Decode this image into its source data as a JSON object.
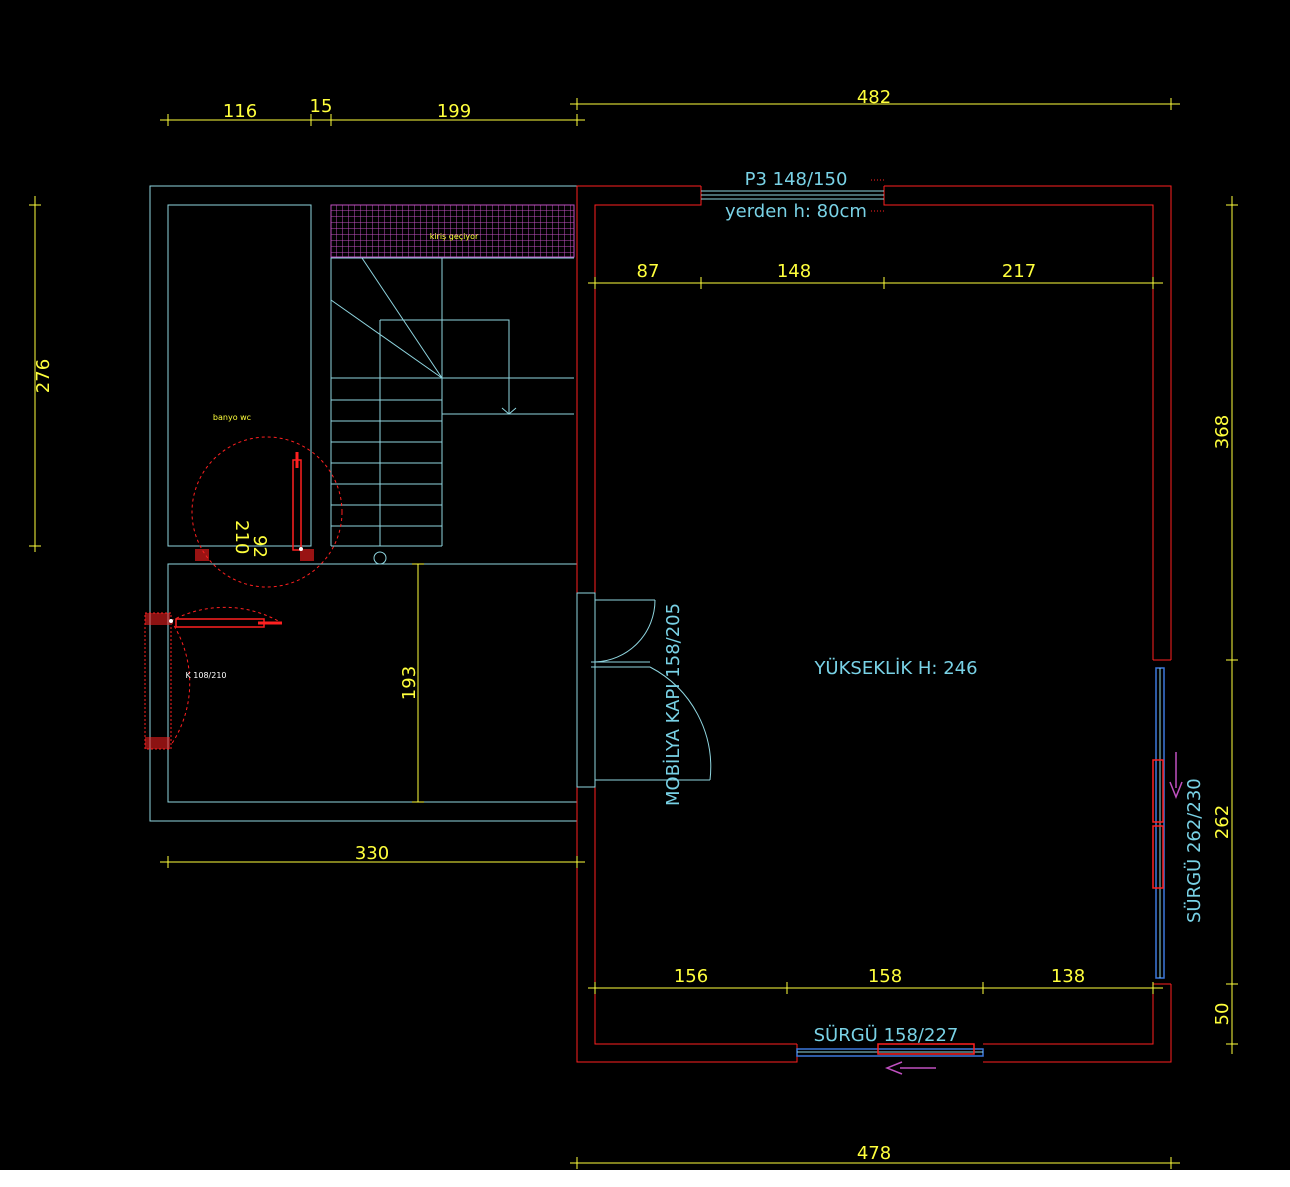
{
  "colors": {
    "background": "#000000",
    "dimension": "#ffff3c",
    "cyan_text": "#79d2e6",
    "wall_red": "#ff2020",
    "wall_cyan": "#8fd6e0",
    "hatch_magenta": "#c050c0"
  },
  "dimensions": {
    "top_left_1": "116",
    "top_left_2": "15",
    "top_left_3": "199",
    "top_right": "482",
    "left_vertical": "276",
    "bath_door_w": "92",
    "bath_door_h": "210",
    "stair_hall": "193",
    "bottom_left": "330",
    "inner_top_1": "87",
    "inner_top_2": "148",
    "inner_top_3": "217",
    "inner_bottom_1": "156",
    "inner_bottom_2": "158",
    "inner_bottom_3": "138",
    "right_vertical_1": "368",
    "right_vertical_2": "262",
    "right_vertical_3": "50",
    "bottom_total": "478"
  },
  "labels": {
    "window_p3": "P3 148/150",
    "window_sill": "yerden h: 80cm",
    "height": "YÜKSEKLİK H: 246",
    "furniture_door": "MOBİLYA KAPI 158/205",
    "slider_right": "SÜRGÜ 262/230",
    "slider_bottom": "SÜRGÜ 158/227",
    "bathroom": "banyo wc",
    "beam": "kiriş geçiyor",
    "entry_door": "K 108/210"
  }
}
